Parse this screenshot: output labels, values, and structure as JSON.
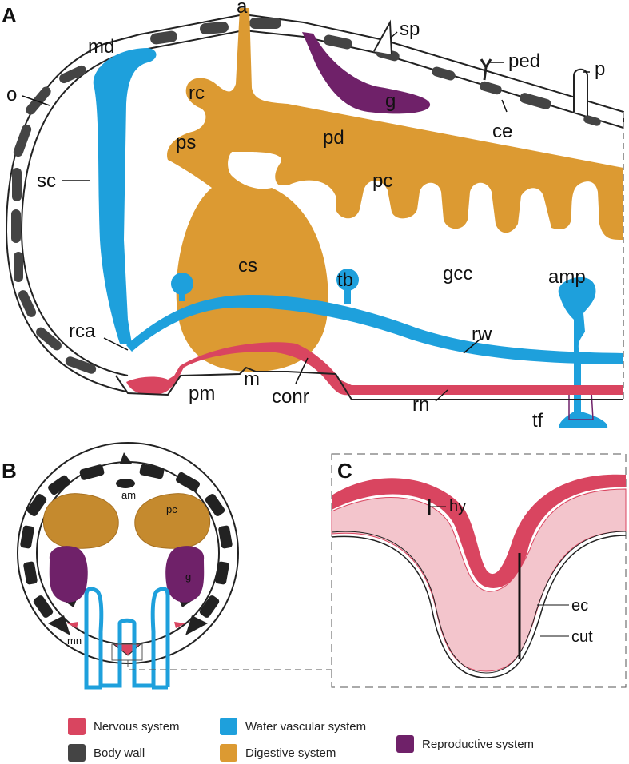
{
  "panels": {
    "a": "A",
    "b": "B",
    "c": "C"
  },
  "labels_a": {
    "a": "a",
    "md": "md",
    "sp": "sp",
    "ped": "ped",
    "p": "p",
    "o": "o",
    "rc": "rc",
    "g": "g",
    "ce": "ce",
    "ps": "ps",
    "pd": "pd",
    "sc": "sc",
    "pc": "pc",
    "cs": "cs",
    "tb": "tb",
    "gcc": "gcc",
    "amp": "amp",
    "rca": "rca",
    "rw": "rw",
    "pm": "pm",
    "m": "m",
    "conr": "conr",
    "rn": "rn",
    "tf": "tf"
  },
  "labels_b": {
    "am": "am",
    "pc": "pc",
    "g": "g",
    "mn": "mn"
  },
  "labels_c": {
    "hy": "hy",
    "ec": "ec",
    "cut": "cut"
  },
  "legend": [
    {
      "label": "Nervous system",
      "color": "#d94560"
    },
    {
      "label": "Water vascular system",
      "color": "#1ea0dc"
    },
    {
      "label": "Reproductive system",
      "color": "#6f2169"
    },
    {
      "label": "Body wall",
      "color": "#444444"
    },
    {
      "label": "Digestive system",
      "color": "#dc9a32"
    }
  ],
  "colors": {
    "nervous": "#d94560",
    "water_vascular": "#1ea0dc",
    "reproductive": "#6f2169",
    "body_wall": "#444444",
    "digestive": "#dc9a32"
  }
}
